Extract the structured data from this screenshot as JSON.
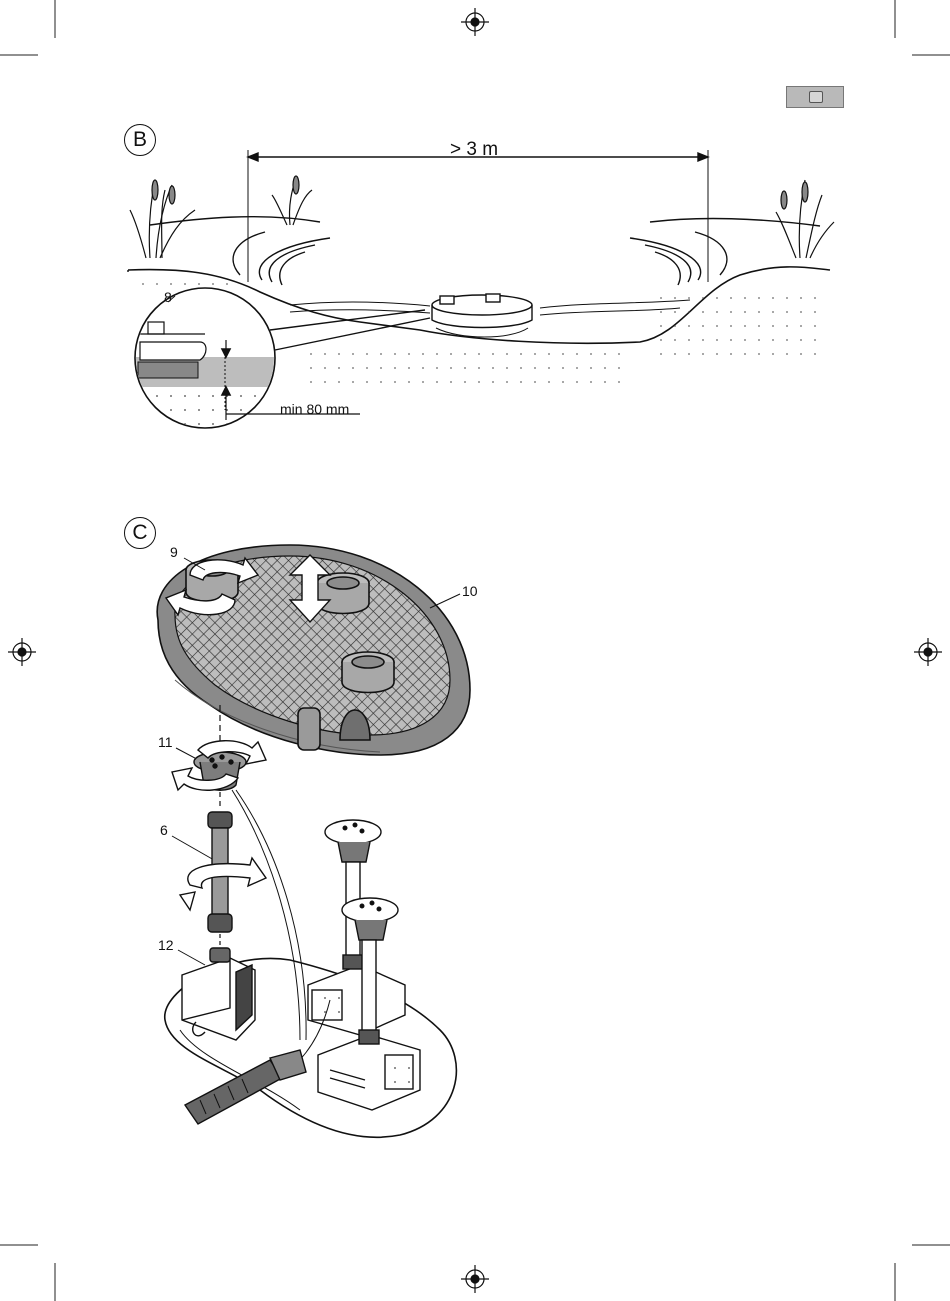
{
  "section_b": {
    "letter": "B",
    "distance_label": "> 3 m",
    "callout_8": "8",
    "depth_label": "min 80 mm"
  },
  "section_c": {
    "letter": "C",
    "callout_9": "9",
    "callout_10": "10",
    "callout_11": "11",
    "callout_6": "6",
    "callout_12": "12"
  }
}
